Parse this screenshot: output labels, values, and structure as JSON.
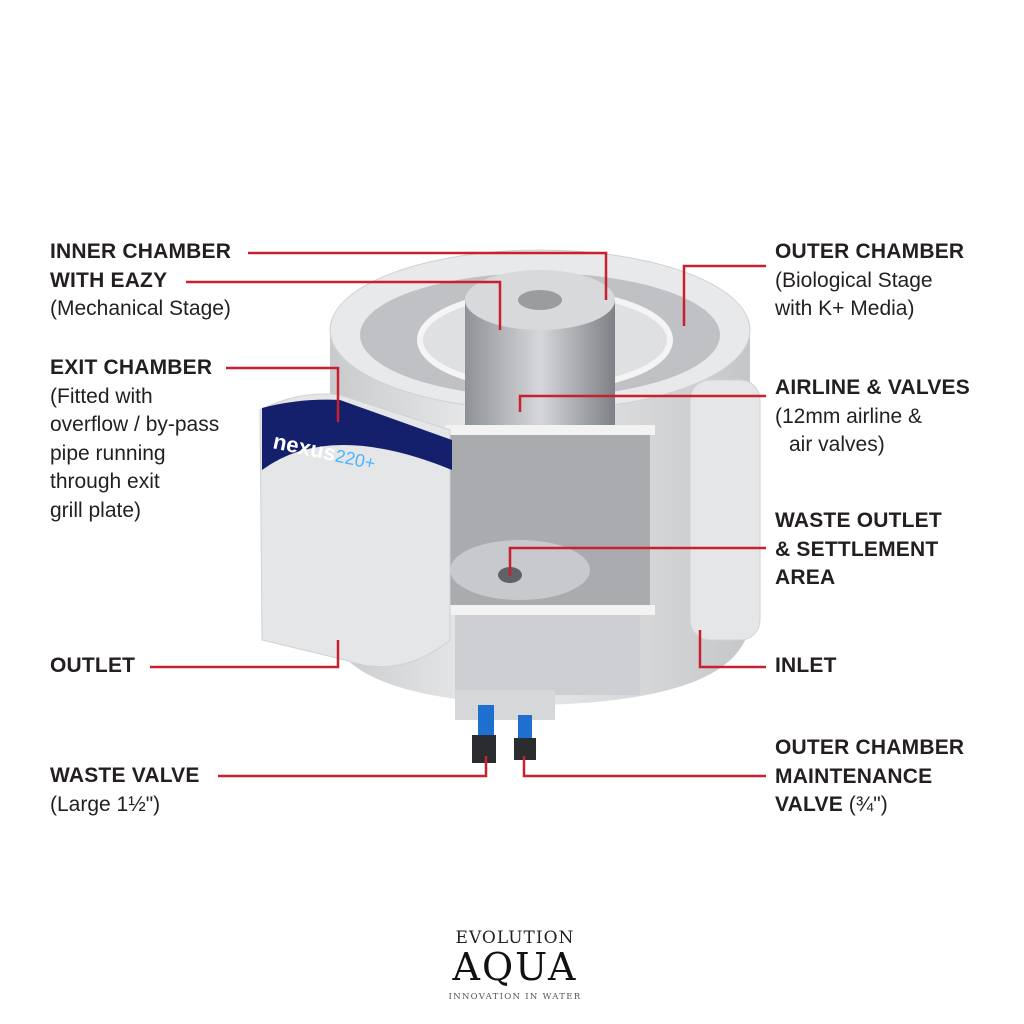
{
  "labels": {
    "inner_chamber": {
      "line1": "INNER CHAMBER",
      "line2": "WITH EAZY",
      "sub": "(Mechanical Stage)"
    },
    "exit_chamber": {
      "title": "EXIT CHAMBER",
      "sub": [
        "(Fitted with",
        "overflow / by-pass",
        "pipe running",
        "through exit",
        "grill plate)"
      ]
    },
    "outlet": {
      "title": "OUTLET"
    },
    "waste_valve": {
      "title": "WASTE VALVE",
      "sub": "(Large 1½\")"
    },
    "outer_chamber": {
      "title": "OUTER CHAMBER",
      "sub": [
        "(Biological Stage",
        "with K+ Media)"
      ]
    },
    "airline": {
      "title": "AIRLINE & VALVES",
      "sub": [
        "(12mm airline &",
        "air valves)"
      ]
    },
    "waste_outlet": {
      "title": [
        "WASTE OUTLET",
        "& SETTLEMENT",
        "AREA"
      ]
    },
    "inlet": {
      "title": "INLET"
    },
    "maintenance_valve": {
      "title": [
        "OUTER CHAMBER",
        "MAINTENANCE"
      ],
      "title3": "VALVE",
      "sub3": "(¾\")"
    }
  },
  "product_badge": {
    "brand": "nexus",
    "model": "220+"
  },
  "logo": {
    "line1": "EVOLUTION",
    "line2": "AQUA",
    "tagline": "INNOVATION IN WATER"
  },
  "colors": {
    "leader": "#c8202f",
    "body": "#e2e3e5",
    "valve": "#1e6fd0",
    "badge": "#14206b"
  }
}
